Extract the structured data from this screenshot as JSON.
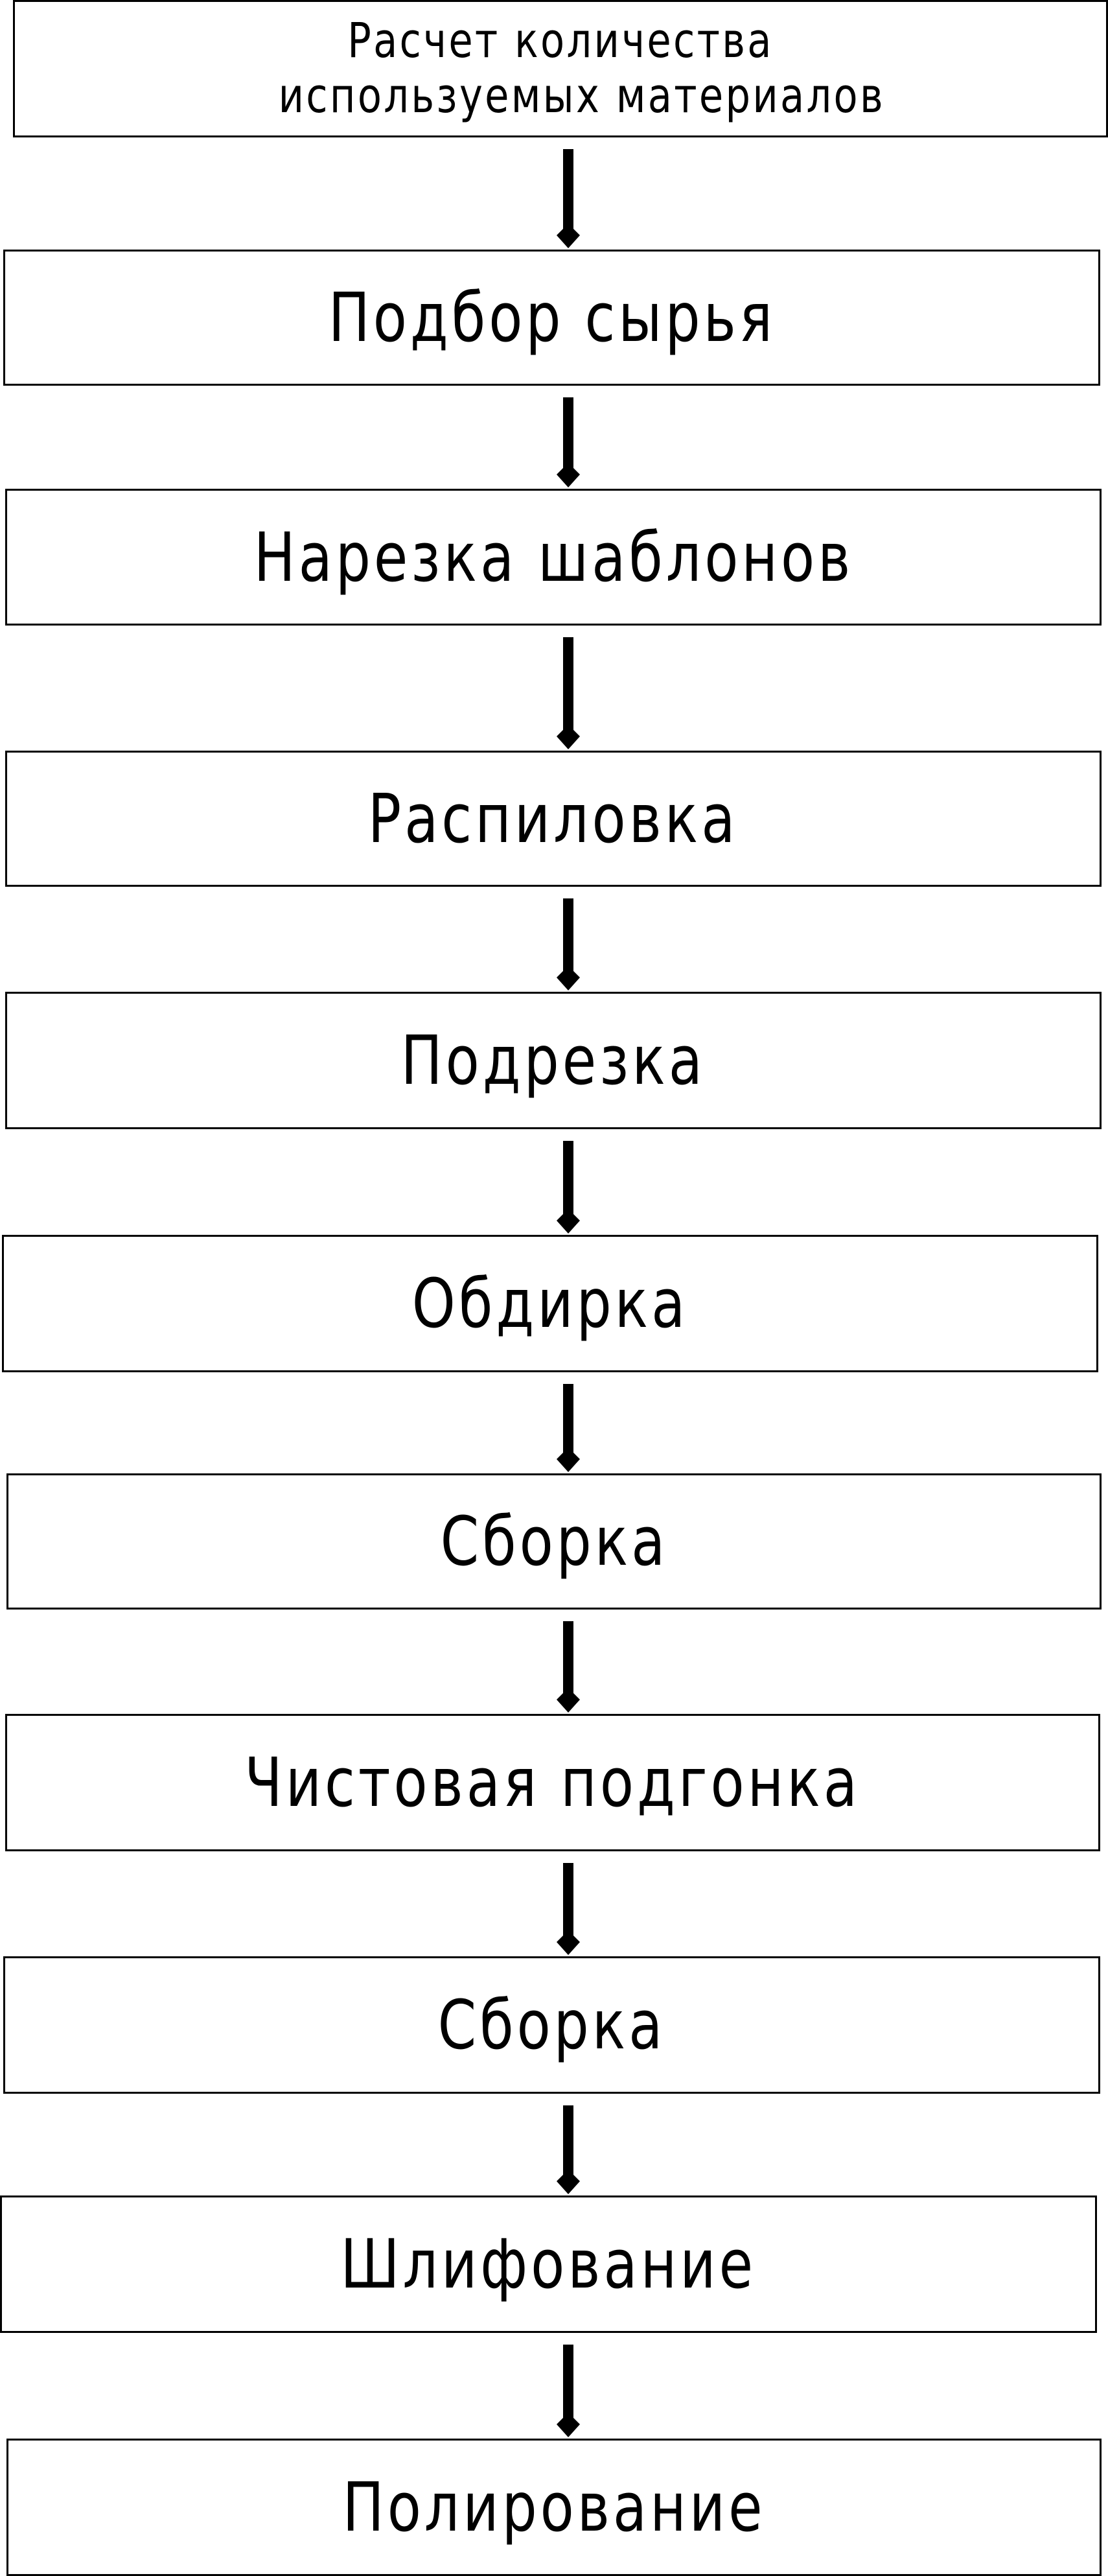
{
  "diagram": {
    "type": "flowchart",
    "direction": "top-to-bottom",
    "steps": [
      {
        "label_line1": "Расчет количества",
        "label_line2": "используемых материалов"
      },
      {
        "label": "Подбор сырья"
      },
      {
        "label": "Нарезка шаблонов"
      },
      {
        "label": "Распиловка"
      },
      {
        "label": "Подрезка"
      },
      {
        "label": "Обдирка"
      },
      {
        "label": "Сборка"
      },
      {
        "label": "Чистовая подгонка"
      },
      {
        "label": "Сборка"
      },
      {
        "label": "Шлифование"
      },
      {
        "label": "Полирование"
      }
    ],
    "edges": [
      {
        "from": 0,
        "to": 1
      },
      {
        "from": 1,
        "to": 2
      },
      {
        "from": 2,
        "to": 3
      },
      {
        "from": 3,
        "to": 4
      },
      {
        "from": 4,
        "to": 5
      },
      {
        "from": 5,
        "to": 6
      },
      {
        "from": 6,
        "to": 7
      },
      {
        "from": 7,
        "to": 8
      },
      {
        "from": 8,
        "to": 9
      },
      {
        "from": 9,
        "to": 10
      }
    ],
    "colors": {
      "stroke": "#000000",
      "fill": "#ffffff",
      "text": "#000000"
    }
  }
}
